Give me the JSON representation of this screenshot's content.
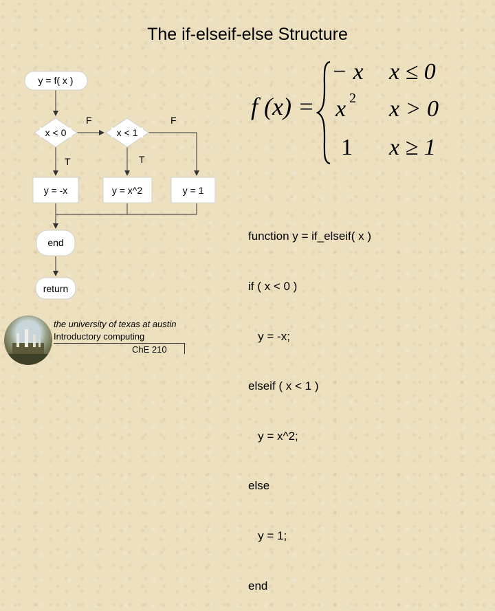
{
  "title": "The if-elseif-else Structure",
  "flowchart": {
    "start": "y = f( x )",
    "decision1": "x < 0",
    "decision2": "x < 1",
    "false_label": "F",
    "true_label": "T",
    "box1": "y = -x",
    "box2": "y = x^2",
    "box3": "y = 1",
    "end": "end",
    "return": "return"
  },
  "formula": {
    "lhs": "f (x) =",
    "cases": [
      {
        "expr": "− x",
        "cond": "x ≤ 0"
      },
      {
        "expr": "x",
        "exp": "2",
        "cond": "x > 0"
      },
      {
        "expr": "1",
        "cond": "x ≥ 1"
      }
    ]
  },
  "code": [
    "function y = if_elseif( x )",
    "if ( x < 0 )",
    "   y = -x;",
    "elseif ( x < 1 )",
    "   y = x^2;",
    "else",
    "   y = 1;",
    "end"
  ],
  "logo": {
    "line1": "the university of texas at austin",
    "line2": "Introductory computing",
    "line3": "ChE 210"
  }
}
